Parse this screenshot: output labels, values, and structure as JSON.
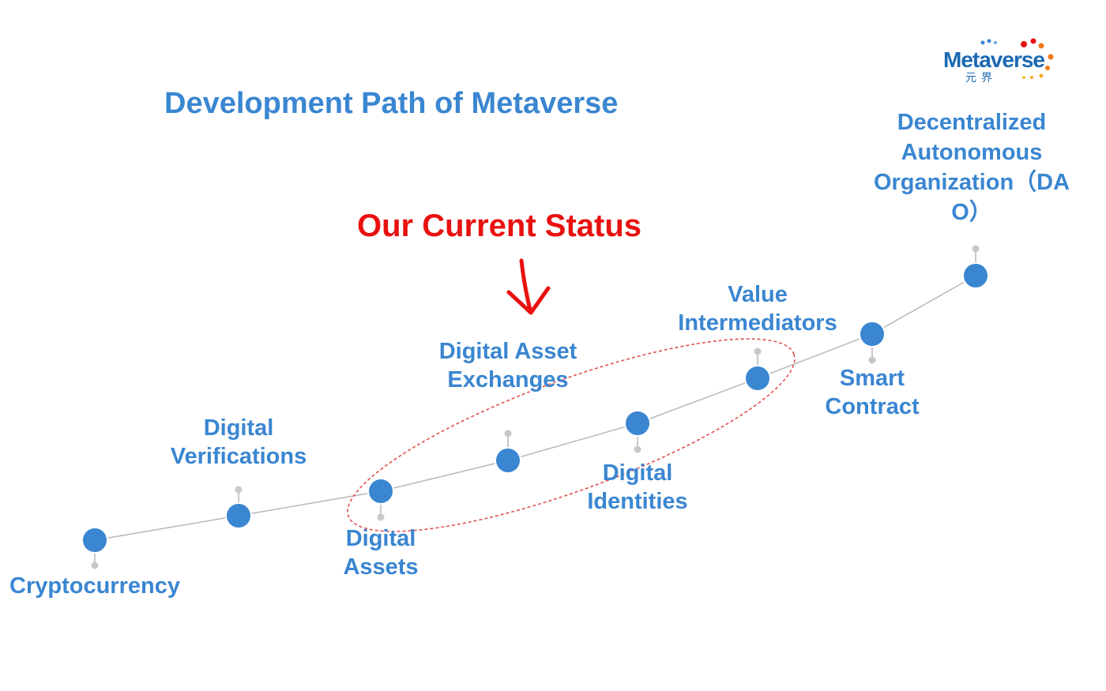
{
  "title": "Development Path of Metaverse",
  "current_status": "Our Current Status",
  "logo": {
    "name": "Metaverse",
    "subtitle": "元界"
  },
  "colors": {
    "node": "#3a86d1",
    "title": "#3a86d1",
    "status": "#e8110f",
    "ellipse": "#e05050",
    "curve": "#b8b8b8"
  },
  "milestones": [
    {
      "line1": "Cryptocurrency",
      "line2": ""
    },
    {
      "line1": "Digital",
      "line2": "Verifications"
    },
    {
      "line1": "Digital",
      "line2": "Assets"
    },
    {
      "line1": "Digital Asset",
      "line2": "Exchanges"
    },
    {
      "line1": "Digital",
      "line2": "Identities"
    },
    {
      "line1": "Value",
      "line2": "Intermediators"
    },
    {
      "line1": "Smart",
      "line2": "Contract"
    },
    {
      "line1": "Decentralized",
      "line2": "Autonomous",
      "line3": "Organization（DA",
      "line4": "O）"
    }
  ]
}
